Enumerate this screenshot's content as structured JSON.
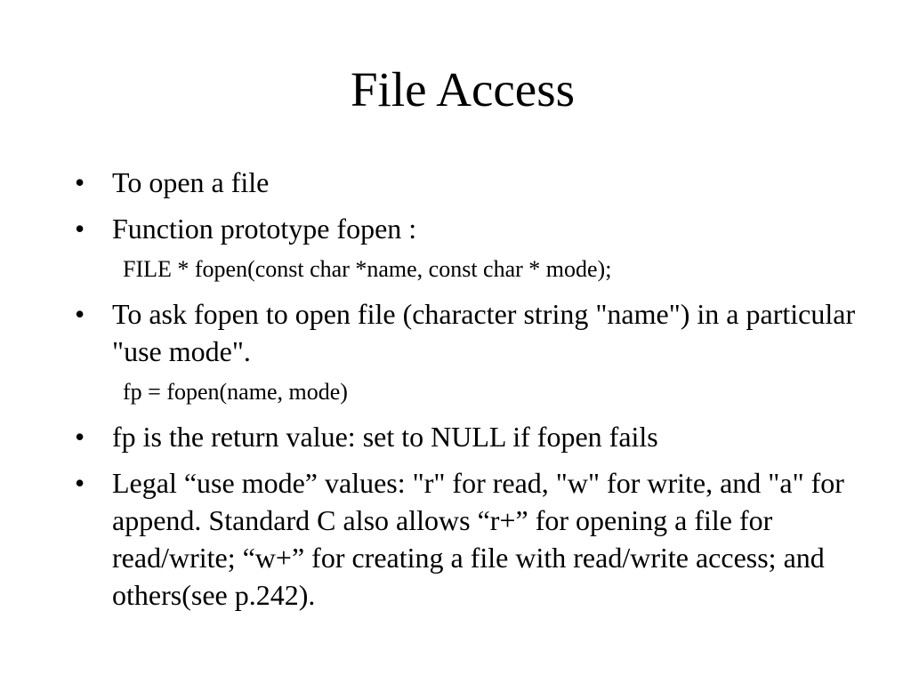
{
  "slide": {
    "title": "File Access",
    "bullet_symbol": "•",
    "bullets": [
      {
        "text": "To open a file"
      },
      {
        "text": "Function prototype fopen :",
        "sub": "FILE * fopen(const char *name, const char * mode);"
      },
      {
        "text": "To ask fopen to open file (character string \"name\") in a particular \"use mode\".",
        "sub": "fp = fopen(name, mode)"
      },
      {
        "text": "fp is the return value: set to NULL if fopen fails"
      },
      {
        "text": "Legal “use mode” values: \"r\" for read, \"w\" for write, and \"a\" for append. Standard C also allows “r+” for opening a file for read/write; “w+” for creating a file with read/write access; and others(see p.242)."
      }
    ]
  }
}
